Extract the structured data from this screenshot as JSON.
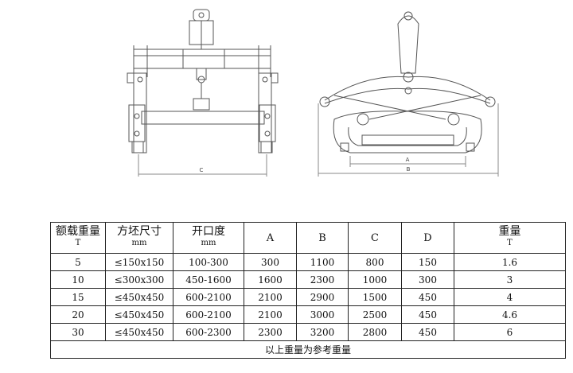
{
  "drawing": {
    "left_view": {
      "dimension_label": "C"
    },
    "right_view": {
      "dimension_labels": [
        "A",
        "B"
      ]
    }
  },
  "table": {
    "headers_row1": [
      "额载重量",
      "方坯尺寸",
      "开口度",
      "A",
      "B",
      "C",
      "D",
      "重量"
    ],
    "headers_row2": [
      "T",
      "mm",
      "mm",
      "",
      "",
      "",
      "",
      "T"
    ],
    "rows": [
      [
        "5",
        "≤150x150",
        "100-300",
        "300",
        "1100",
        "800",
        "150",
        "1.6"
      ],
      [
        "10",
        "≤300x300",
        "450-1600",
        "1600",
        "2300",
        "1000",
        "300",
        "3"
      ],
      [
        "15",
        "≤450x450",
        "600-2100",
        "2100",
        "2900",
        "1500",
        "450",
        "4"
      ],
      [
        "20",
        "≤450x450",
        "600-2100",
        "2100",
        "3000",
        "2500",
        "450",
        "4.6"
      ],
      [
        "30",
        "≤450x450",
        "600-2300",
        "2300",
        "3200",
        "2800",
        "450",
        "6"
      ]
    ],
    "note": "以上重量为参考重量"
  }
}
